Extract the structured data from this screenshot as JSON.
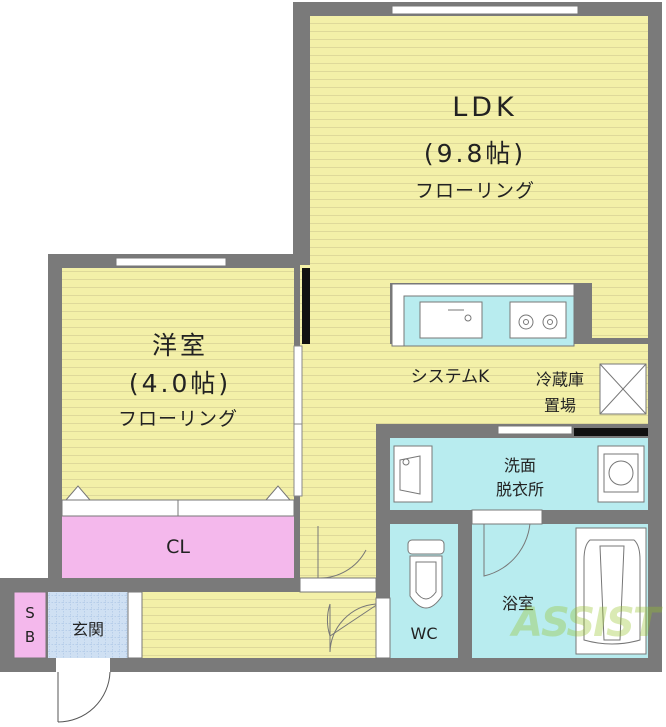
{
  "rooms": {
    "ldk": {
      "name": "LDK",
      "size": "(9.8帖)",
      "floor": "フローリング"
    },
    "western": {
      "name": "洋室",
      "size": "(4.0帖)",
      "floor": "フローリング"
    },
    "closet": "CL",
    "kitchen": "システムK",
    "fridge": [
      "冷蔵庫",
      "置場"
    ],
    "washroom": [
      "洗面",
      "脱衣所"
    ],
    "bathroom": "浴室",
    "toilet": "WC",
    "entrance": "玄関",
    "shoe_box": [
      "S",
      "B"
    ]
  },
  "watermark": "ASSIST",
  "colors": {
    "wall": "#7a7a7a",
    "floor_fill": "#f3f0a8",
    "floor_lines": "#ded99a",
    "wet_fill": "#b8ecef",
    "closet_fill": "#f4b8ec",
    "entrance_fill": "#cfe0f3",
    "watermark": "#96c328"
  }
}
